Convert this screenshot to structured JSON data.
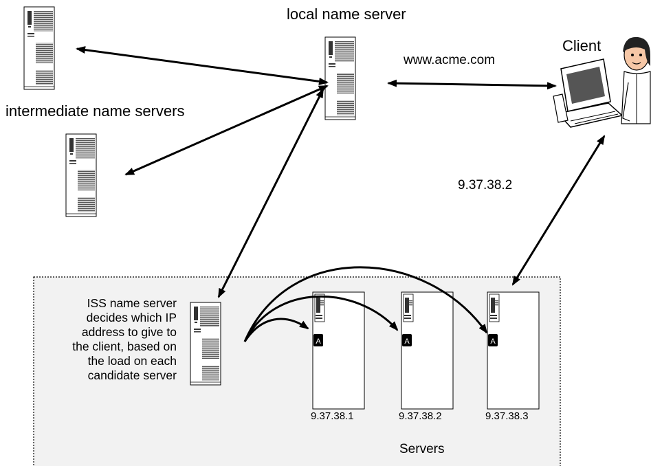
{
  "labels": {
    "local_name_server": "local name server",
    "intermediate_name_servers": "intermediate name servers",
    "client": "Client",
    "url": "www.acme.com",
    "returned_ip": "9.37.38.2",
    "servers_group": "Servers"
  },
  "iss_description": [
    "ISS name server",
    "decides which IP",
    "address to give to",
    "the client, based on",
    "the load on each",
    "candidate server"
  ],
  "servers": [
    {
      "ip": "9.37.38.1",
      "badge": "A"
    },
    {
      "ip": "9.37.38.2",
      "badge": "A"
    },
    {
      "ip": "9.37.38.3",
      "badge": "A"
    }
  ],
  "colors": {
    "line": "#000000",
    "panel_fill": "#f2f2f2",
    "tower_fill": "#ffffff",
    "badge_fill": "#000000",
    "skin": "#f6c7a6"
  }
}
